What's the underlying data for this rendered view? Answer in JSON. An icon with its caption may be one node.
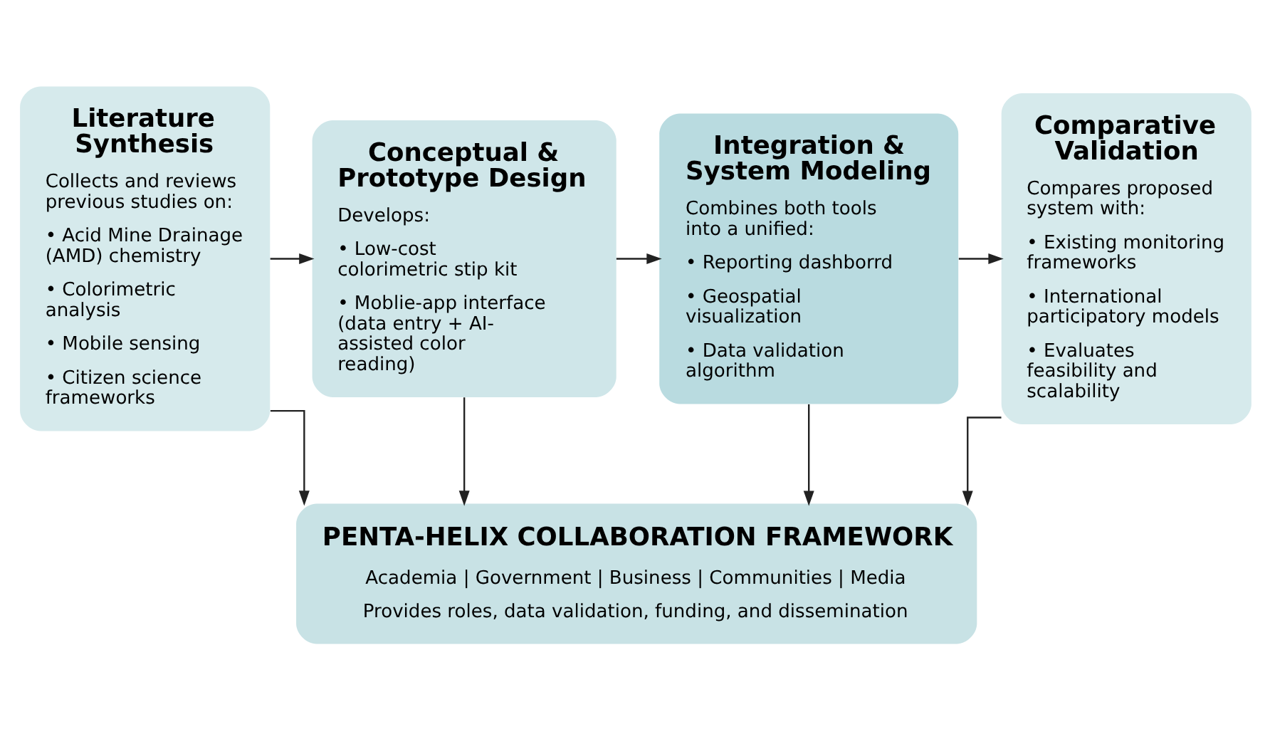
{
  "diagram": {
    "nodes": [
      {
        "text": [
          "Literature Synthesis",
          "Collects and reviews previous studies on:",
          "• Acid Mine Drainage (AMD) chemistry",
          "• Colorimetric analysis",
          "• Mobile sensing",
          "• Citizen science frameworks"
        ]
      },
      {
        "text": [
          "Conceptual & Prototype Design",
          "Develops:",
          "• Low-cost colorimetric stip kit",
          "• Moblie-app interface (data entry + AI-assisted color reading)"
        ]
      },
      {
        "text": [
          "Integration & System Modeling",
          "Combines both tools into a unified:",
          "• Reporting dashborrd",
          "• Geospatial visualization",
          "• Data validation algorithm"
        ]
      },
      {
        "text": [
          "Comparative Validation",
          "Compares proposed system with:",
          "• Existing monitoring frameworks",
          "• International participatory models",
          "• Evaluates feasibility and scalability"
        ]
      },
      {
        "text": [
          "PENTA-HELIX COLLABORATION FRAMEWORK",
          "Academia | Government | Business | Communities | Media",
          "Provides roles, data validation, funding, and dissemination"
        ]
      }
    ],
    "edges": [
      {
        "from": 0,
        "to": 1,
        "arrow": "to"
      },
      {
        "from": 1,
        "to": 2,
        "arrow": "to"
      },
      {
        "from": 2,
        "to": 3,
        "arrow": "to"
      },
      {
        "from": 0,
        "to": 4,
        "arrow": "to"
      },
      {
        "from": 1,
        "to": 4,
        "arrow": "to"
      },
      {
        "from": 2,
        "to": 4,
        "arrow": "to"
      },
      {
        "from": 3,
        "to": 4,
        "arrow": "to"
      }
    ]
  }
}
